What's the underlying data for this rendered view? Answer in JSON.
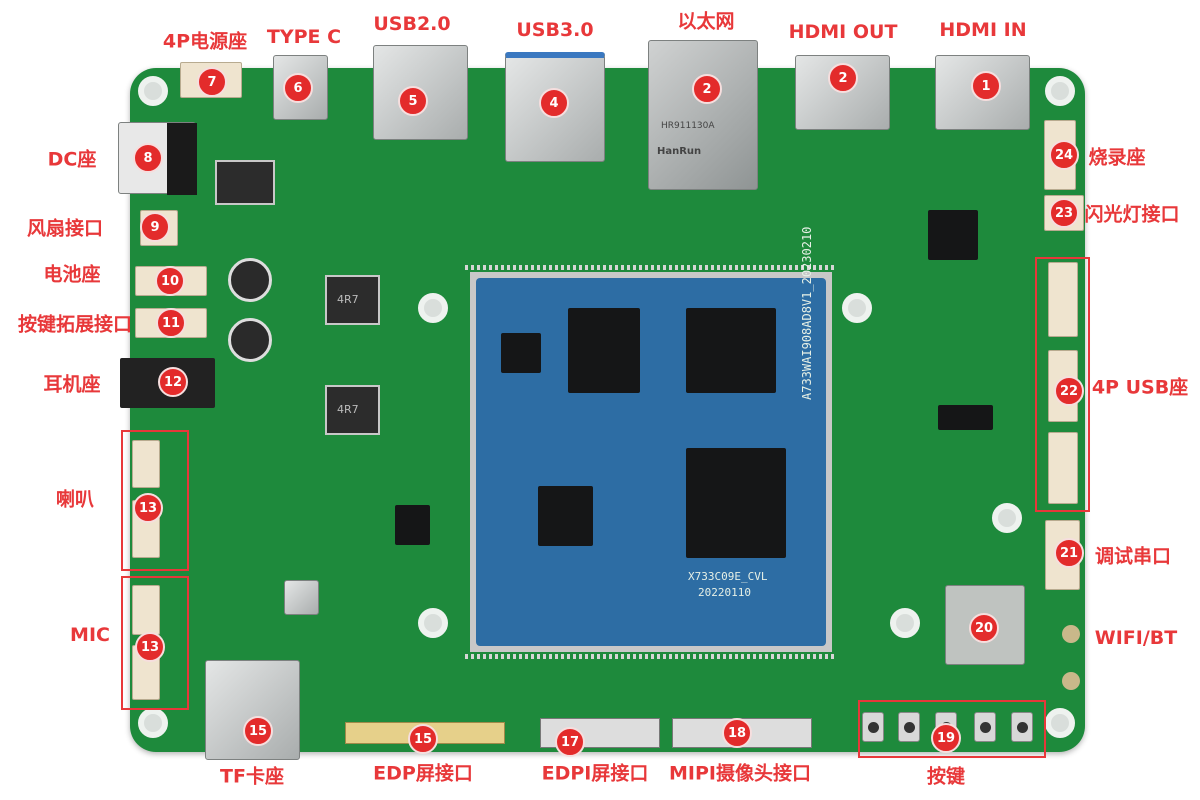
{
  "colors": {
    "board": "#1e8a3c",
    "label": "#e8383a",
    "marker": "#e32b2b",
    "core_module": "#2d6da4"
  },
  "labels": [
    {
      "id": "hdmi-in",
      "number": "1",
      "text": "HDMI IN"
    },
    {
      "id": "hdmi-out",
      "number": "2",
      "text": "HDMI OUT"
    },
    {
      "id": "ethernet",
      "number": "2",
      "text": "以太网"
    },
    {
      "id": "usb3",
      "number": "4",
      "text": "USB3.0"
    },
    {
      "id": "usb2",
      "number": "5",
      "text": "USB2.0"
    },
    {
      "id": "type-c",
      "number": "6",
      "text": "TYPE C"
    },
    {
      "id": "power-4p",
      "number": "7",
      "text": "4P电源座"
    },
    {
      "id": "dc",
      "number": "8",
      "text": "DC座"
    },
    {
      "id": "fan",
      "number": "9",
      "text": "风扇接口"
    },
    {
      "id": "battery",
      "number": "10",
      "text": "电池座"
    },
    {
      "id": "key-ext",
      "number": "11",
      "text": "按键拓展接口"
    },
    {
      "id": "headphone",
      "number": "12",
      "text": "耳机座"
    },
    {
      "id": "speaker",
      "number": "13",
      "text": "喇叭"
    },
    {
      "id": "mic",
      "number": "13",
      "text": "MIC"
    },
    {
      "id": "tf",
      "number": "15",
      "text": "TF卡座"
    },
    {
      "id": "edp",
      "number": "15",
      "text": "EDP屏接口"
    },
    {
      "id": "edpi",
      "number": "17",
      "text": "EDPI屏接口"
    },
    {
      "id": "mipi",
      "number": "18",
      "text": "MIPI摄像头接口"
    },
    {
      "id": "keys",
      "number": "19",
      "text": "按键"
    },
    {
      "id": "wifi",
      "number": "20",
      "text": "WIFI/BT"
    },
    {
      "id": "debug-uart",
      "number": "21",
      "text": "调试串口"
    },
    {
      "id": "usb-4p",
      "number": "22",
      "text": "4P USB座"
    },
    {
      "id": "flash-light",
      "number": "23",
      "text": "闪光灯接口"
    },
    {
      "id": "burn",
      "number": "24",
      "text": "烧录座"
    }
  ],
  "silkscreen": {
    "core_marking": "X733C09E_CVL",
    "core_date": "20220110",
    "board_marking": "A733WAI908AD8V1_20230210",
    "inductor1": "4R7",
    "inductor2": "4R7",
    "ethernet_brand": "HanRun",
    "ethernet_part": "HR911130A"
  }
}
